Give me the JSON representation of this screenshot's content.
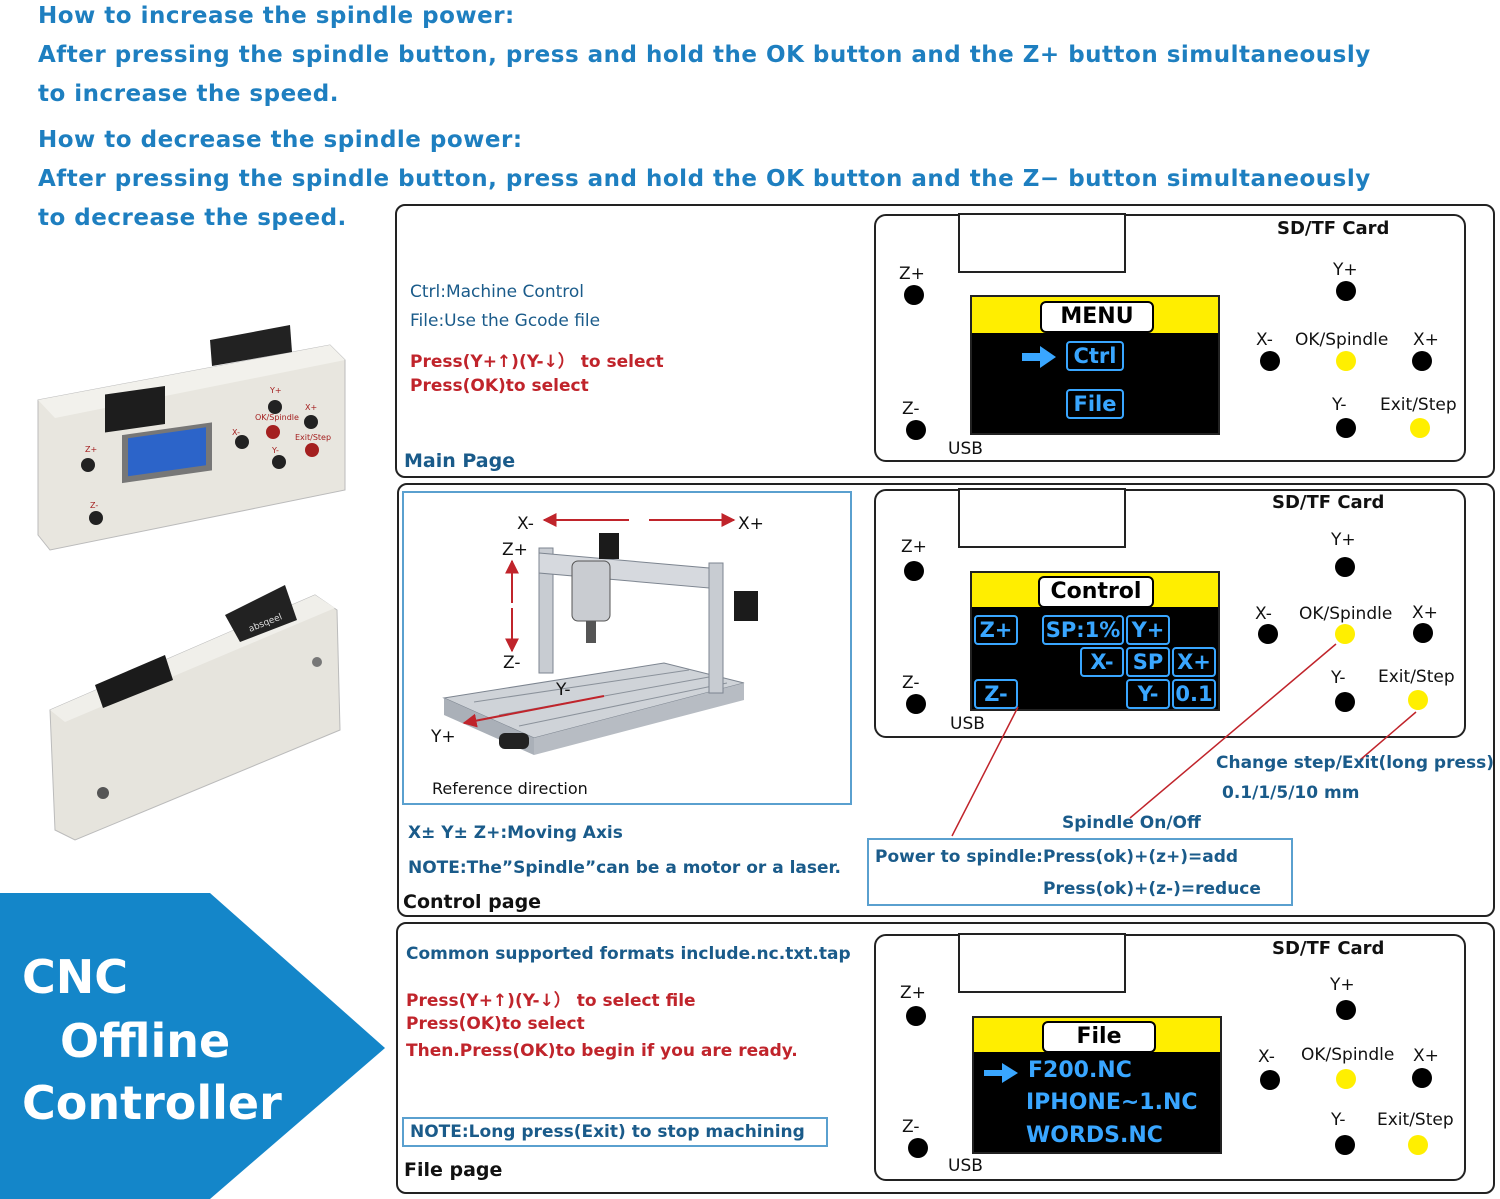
{
  "intro": {
    "inc_title": "How to increase the spindle power:",
    "inc_line1": "After pressing the spindle button, press and hold the OK button and the Z+ button simultaneously",
    "inc_line2": "to increase the speed.",
    "dec_title": "How to decrease the spindle power:",
    "dec_line1": "After pressing the spindle button, press and hold the OK button and the Z− button simultaneously",
    "dec_line2": "to decrease the speed."
  },
  "banner": {
    "line1": "CNC",
    "line2": "Offline",
    "line3": "Controller",
    "color": "#1486c9"
  },
  "photo_labels": {
    "zp": "Z+",
    "yp": "Y+",
    "ok": "OK/Spindle",
    "xm": "X-",
    "xp": "X+",
    "exit": "Exit/Step",
    "ym": "Y-",
    "zm": "Z-",
    "card": "аbsqeel"
  },
  "device_labels": {
    "sd": "SD/TF Card",
    "zp": "Z+",
    "zm": "Z-",
    "yp": "Y+",
    "ym": "Y-",
    "xm": "X-",
    "xp": "X+",
    "ok": "OK/Spindle",
    "exit": "Exit/Step",
    "usb": "USB"
  },
  "main_page": {
    "title": "Main Page",
    "line1": "Ctrl:Machine Control",
    "line2": "File:Use the Gcode file",
    "line3": "Press(Y+↑)(Y-↓） to select",
    "line4": "Press(OK)to select",
    "lcd_title": "MENU",
    "item1": "Ctrl",
    "item2": "File"
  },
  "control_page": {
    "title": "Control page",
    "ref_xm": "X-",
    "ref_xp": "X+",
    "ref_zp": "Z+",
    "ref_zm": "Z-",
    "ref_y": "Y-",
    "ref_yp": "Y+",
    "ref_caption": "Reference direction",
    "axis_note": "X± Y± Z+:Moving Axis",
    "note": "NOTE:The”Spindle”can be a motor or a laser.",
    "lcd_title": "Control",
    "btn_zp": "Z+",
    "btn_sp1": "SP:1%",
    "btn_yp": "Y+",
    "btn_xm": "X-",
    "btn_sp": "SP",
    "btn_xp": "X+",
    "btn_zm": "Z-",
    "btn_ym": "Y-",
    "btn_step": "0.1",
    "step_note1": "Change step/Exit(long press)",
    "step_note2": "0.1/1/5/10 mm",
    "spindle_note": "Spindle On/Off",
    "power_line1": "Power to spindle:Press(ok)+(z+)=add",
    "power_line2": "Press(ok)+(z-)=reduce"
  },
  "file_page": {
    "title": "File page",
    "line1": "Common supported formats include.nc.txt.tap",
    "line2": "Press(Y+↑)(Y-↓） to select file",
    "line3": "Press(OK)to select",
    "line4": "Then.Press(OK)to begin if you are ready.",
    "note": "NOTE:Long press(Exit) to stop machining",
    "lcd_title": "File",
    "file1": "F200.NC",
    "file2": "IPHONE~1.NC",
    "file3": "WORDS.NC"
  },
  "colors": {
    "accent": "#1e7fc0",
    "lcd_yellow": "#ffee00",
    "lcd_blue": "#39a6ff",
    "red_text": "#c0242b"
  }
}
